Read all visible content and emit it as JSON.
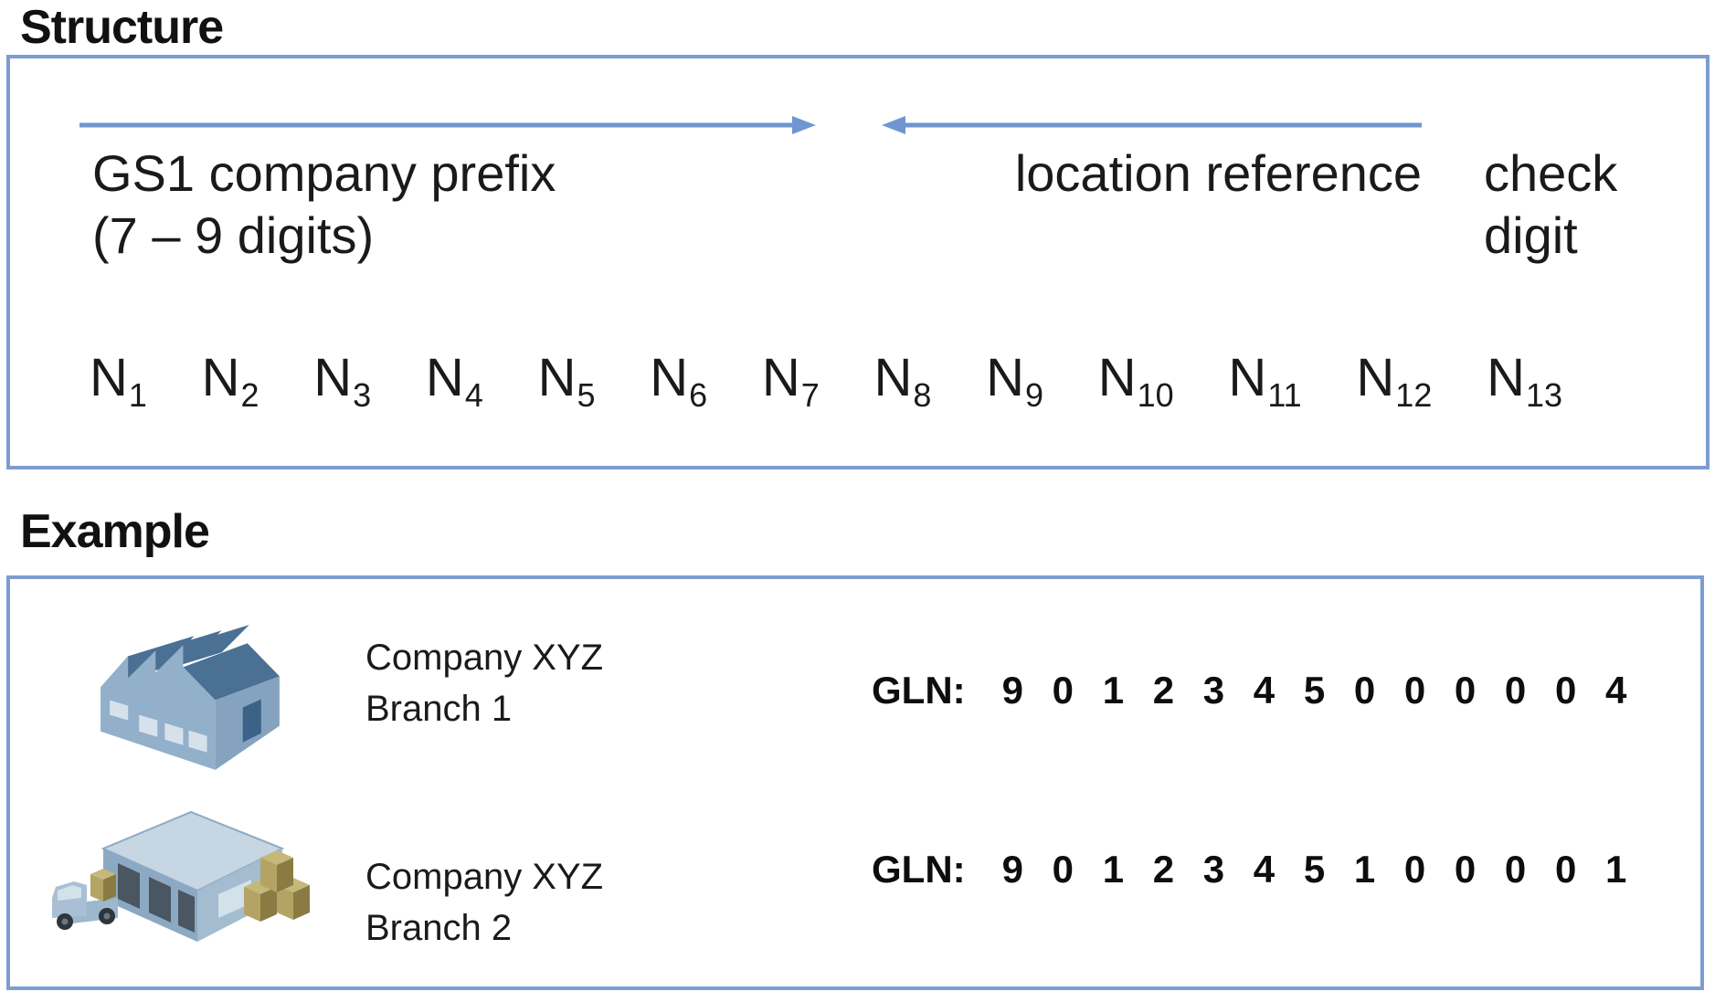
{
  "structure": {
    "heading": "Structure",
    "company_prefix_label": "GS1 company prefix\n(7 – 9 digits)",
    "location_reference_label": "location reference",
    "check_digit_label": "check\ndigit",
    "digits": [
      {
        "base": "N",
        "sub": "1"
      },
      {
        "base": "N",
        "sub": "2"
      },
      {
        "base": "N",
        "sub": "3"
      },
      {
        "base": "N",
        "sub": "4"
      },
      {
        "base": "N",
        "sub": "5"
      },
      {
        "base": "N",
        "sub": "6"
      },
      {
        "base": "N",
        "sub": "7"
      },
      {
        "base": "N",
        "sub": "8"
      },
      {
        "base": "N",
        "sub": "9"
      },
      {
        "base": "N",
        "sub": "10"
      },
      {
        "base": "N",
        "sub": "11"
      },
      {
        "base": "N",
        "sub": "12"
      },
      {
        "base": "N",
        "sub": "13"
      }
    ]
  },
  "example": {
    "heading": "Example",
    "rows": [
      {
        "icon": "factory",
        "company_label": "Company XYZ\nBranch 1",
        "gln_label": "GLN:",
        "gln_digits": "9 0 1 2 3 4 5 0 0 0 0 0 4"
      },
      {
        "icon": "warehouse-with-truck",
        "company_label": "Company XYZ\nBranch 2",
        "gln_label": "GLN:",
        "gln_digits": "9 0 1 2 3 4 5 1 0 0 0 0 1"
      }
    ]
  },
  "colors": {
    "box_border_blue": "#7c9dd1",
    "arrow_blue": "#6f96d0",
    "icon_dark_blue": "#4a7094",
    "icon_mid_blue": "#93b0cb",
    "icon_light_blue": "#c6d6e3",
    "icon_window": "#d6e1ec",
    "icon_box_tan": "#b3a466",
    "text": "#1a1a1a"
  }
}
